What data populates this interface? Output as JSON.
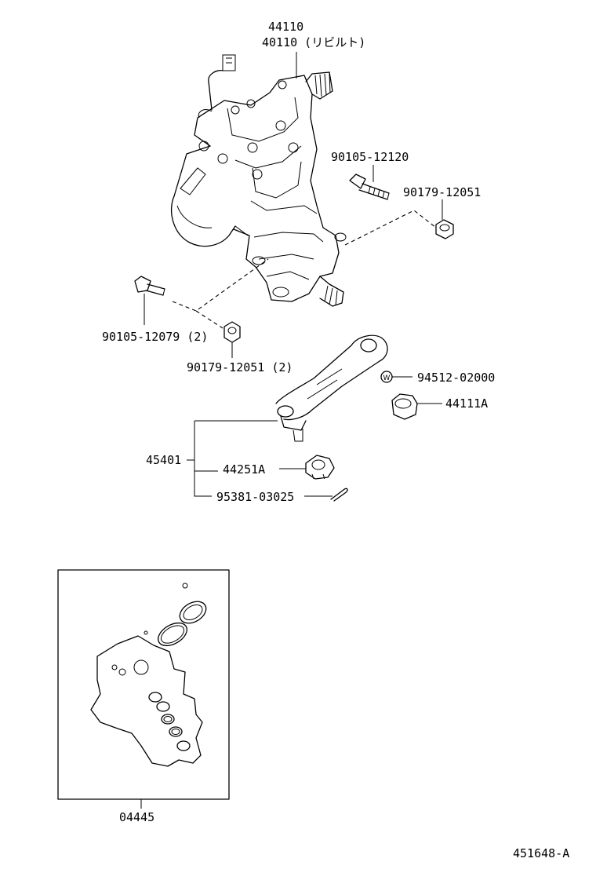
{
  "parts": {
    "gear_housing": "44110",
    "gear_rebuilt": "40110 (リビルト)",
    "bolt_upper": "90105-12120",
    "nut_upper": "90179-12051",
    "bolt_lower": "90105-12079 (2)",
    "nut_lower": "90179-12051 (2)",
    "washer": "94512-02000",
    "washer_symbol": "W",
    "arm_nut": "44111A",
    "pitman_arm_assy": "45401",
    "castle_nut": "44251A",
    "cotter_pin": "95381-03025",
    "gasket_kit": "04445"
  },
  "diagram_id": "451648-A"
}
